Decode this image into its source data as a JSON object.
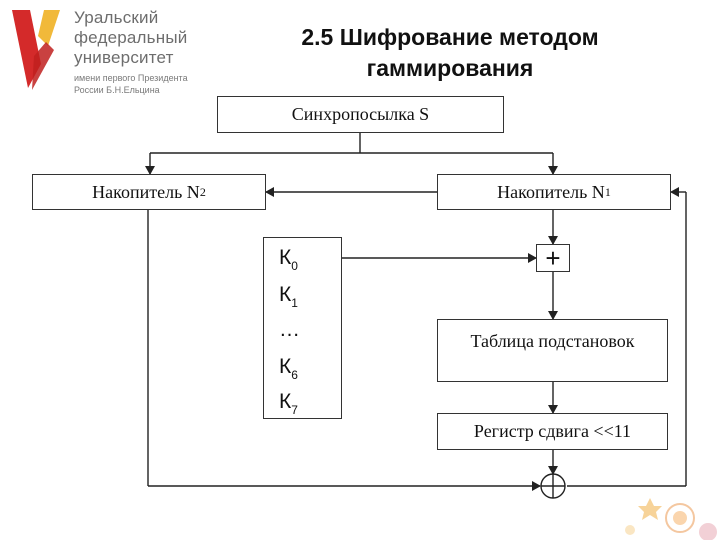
{
  "logo": {
    "line1": "Уральский",
    "line2": "федеральный",
    "line3": "университет",
    "line4": "имени первого Президента",
    "line5": "России Б.Н.Ельцина",
    "colors": {
      "red": "#d42a2a",
      "yellow": "#f1b93a",
      "gray": "#6d6d6d"
    }
  },
  "title": {
    "line1": "2.5 Шифрование методом",
    "line2": "гаммирования"
  },
  "diagram": {
    "sync_label": "Синхропосылка S",
    "n2_label": "Накопитель N",
    "n2_sub": "2",
    "n1_label": "Накопитель N",
    "n1_sub": "1",
    "keys": [
      {
        "main": "К",
        "sub": "0"
      },
      {
        "main": "К",
        "sub": "1"
      },
      {
        "main": "…",
        "sub": ""
      },
      {
        "main": "К",
        "sub": "6"
      },
      {
        "main": "К",
        "sub": "7"
      }
    ],
    "adder_symbol": "+",
    "sbox_label": "Таблица подстановок",
    "shift_label": "Регистр сдвига <<11",
    "line_color": "#222222"
  }
}
